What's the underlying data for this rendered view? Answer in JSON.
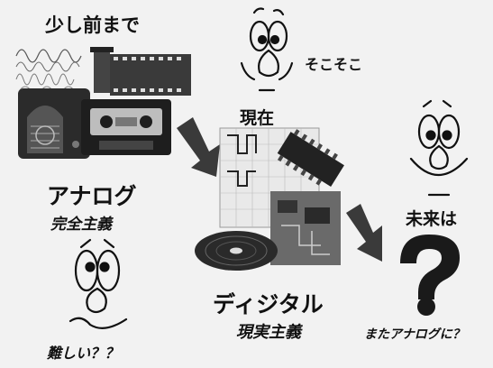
{
  "past": {
    "title": "少し前まで"
  },
  "face_top": {
    "caption": "そこそこ"
  },
  "present": {
    "title": "現在"
  },
  "future": {
    "title": "未来は",
    "question_mark": "?",
    "caption": "またアナログに？"
  },
  "analog": {
    "title": "アナログ",
    "subtitle": "完全主義",
    "caption": "難しい？？"
  },
  "digital": {
    "title": "ディジタル",
    "subtitle": "現実主義"
  }
}
